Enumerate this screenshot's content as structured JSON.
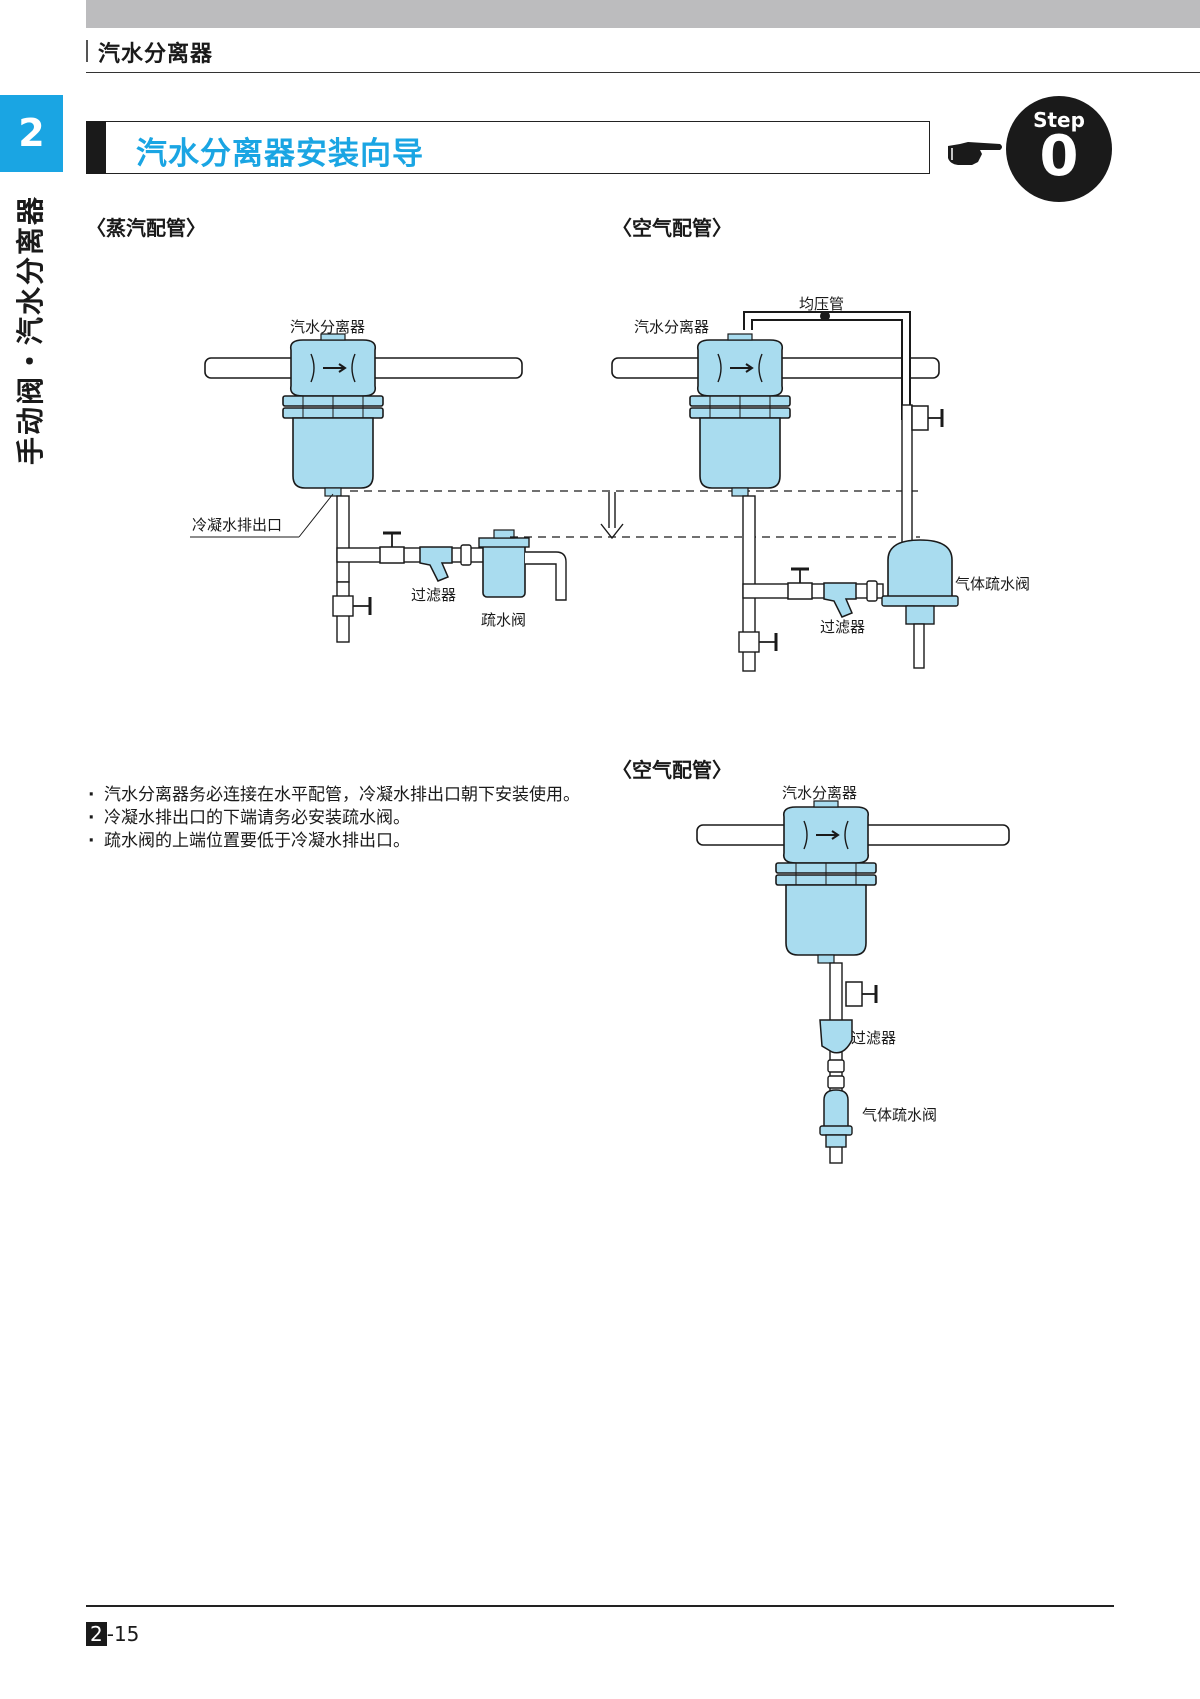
{
  "header": {
    "title": "汽水分离器"
  },
  "chapter": {
    "number": "2",
    "side_label": "手动阀・汽水分离器"
  },
  "banner": {
    "title": "汽水分离器安装向导"
  },
  "step": {
    "word": "Step",
    "number": "0"
  },
  "sections": {
    "steam": "〈蒸汽配管〉",
    "air_top": "〈空气配管〉",
    "air_bottom": "〈空气配管〉"
  },
  "diagram_steam": {
    "separator": "汽水分离器",
    "condensate_outlet": "冷凝水排出口",
    "strainer": "过滤器",
    "trap": "疏水阀"
  },
  "diagram_air_top": {
    "separator": "汽水分离器",
    "balance_pipe": "均压管",
    "air_trap": "气体疏水阀",
    "strainer": "过滤器"
  },
  "diagram_air_bottom": {
    "separator": "汽水分离器",
    "strainer": "过滤器",
    "air_trap": "气体疏水阀"
  },
  "notes": [
    "汽水分离器务必连接在水平配管，冷凝水排出口朝下安装使用。",
    "冷凝水排出口的下端请务必安装疏水阀。",
    "疏水阀的上端位置要低于冷凝水排出口。"
  ],
  "footer": {
    "chapter": "2",
    "page": "-15"
  },
  "colors": {
    "accent": "#1aa5e3",
    "equipment_fill": "#a9dcef",
    "dark": "#1a1a1a"
  }
}
